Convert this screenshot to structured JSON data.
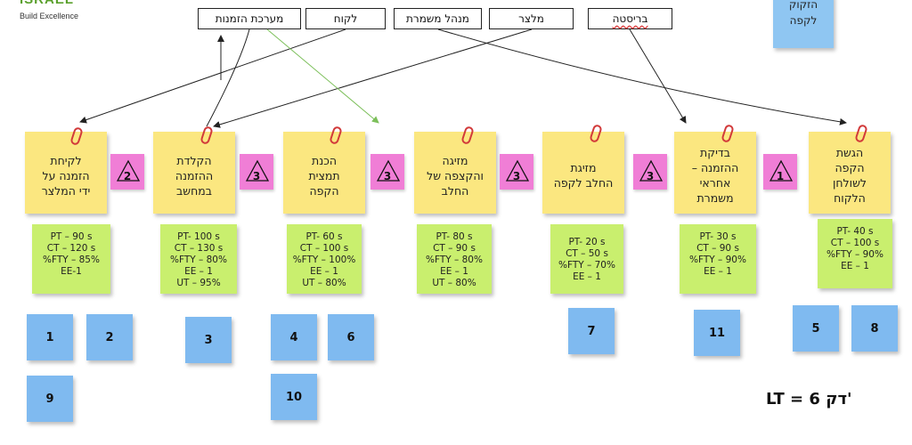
{
  "logo": {
    "line1": "ISRAEL",
    "line2": "Build Excellence"
  },
  "actors": [
    "מערכת הזמנות",
    "לקוח",
    "מנהל משמרת",
    "מלצר",
    "בריסטה"
  ],
  "trigger_note": "הזקוק\nלקפה",
  "processes": [
    {
      "title": "לקיחת\nהזמנה על\nידי המלצר"
    },
    {
      "title": "הקלדת\nההזמנה\nבמחשב"
    },
    {
      "title": "הכנת\nתמצית\nהקפה"
    },
    {
      "title": "מזיגה\nוהקצפה של\nהחלב"
    },
    {
      "title": "מזיגת\nהחלב לקפה"
    },
    {
      "title": "בדיקת\nההזמנה –\nאחראי\nמשמרת"
    },
    {
      "title": "הגשת\nהקפה\nלשולחן\nהלקוח"
    }
  ],
  "inventory": [
    "2",
    "3",
    "3",
    "3",
    "3",
    "1"
  ],
  "metrics": [
    [
      "PT – 90 s",
      "CT – 120 s",
      "%FTY – 85%",
      "EE-1"
    ],
    [
      "PT- 100 s",
      "CT – 130 s",
      "%FTY – 80%",
      "EE – 1",
      "UT – 95%"
    ],
    [
      "PT- 60 s",
      "CT – 100 s",
      "%FTY – 100%",
      "EE – 1",
      "UT – 80%"
    ],
    [
      "PT- 80 s",
      "CT – 90 s",
      "%FTY – 80%",
      "EE – 1",
      "UT – 80%"
    ],
    [
      "PT- 20 s",
      "CT – 50 s",
      "%FTY – 70%",
      "EE – 1"
    ],
    [
      "PT- 30 s",
      "CT – 90 s",
      "%FTY – 90%",
      "EE – 1"
    ],
    [
      "PT- 40 s",
      "CT – 100 s",
      "%FTY – 90%",
      "EE – 1"
    ]
  ],
  "wait_notes": [
    "1",
    "2",
    "3",
    "4",
    "6",
    "7",
    "11",
    "5",
    "8",
    "9",
    "10"
  ],
  "lead_time": "LT = 6 דק'"
}
